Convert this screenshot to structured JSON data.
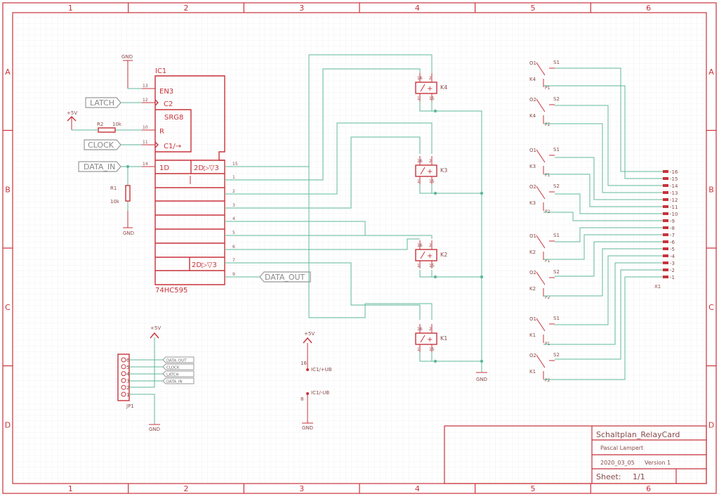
{
  "frame": {
    "cols": [
      "1",
      "2",
      "3",
      "4",
      "5",
      "6"
    ],
    "rows": [
      "A",
      "B",
      "C",
      "D"
    ]
  },
  "ic": {
    "ref": "IC1",
    "type": "74HC595",
    "en": "EN3",
    "c2": "C2",
    "srg": "SRG8",
    "r": "R",
    "c1": "C1/→",
    "d1": "1D",
    "q_top": "2D▷▽3",
    "q_bot": "2D▷▽3",
    "pins_left": [
      "13",
      "12",
      "10",
      "11",
      "14"
    ],
    "pins_right": [
      "15",
      "1",
      "2",
      "3",
      "4",
      "5",
      "6",
      "7",
      "9"
    ]
  },
  "nets": {
    "latch": "LATCH",
    "clock": "CLOCK",
    "data_in": "DATA_IN",
    "data_out": "DATA_OUT"
  },
  "power": {
    "gnd": "GND",
    "v5": "+5V"
  },
  "resistors": [
    {
      "ref": "R2",
      "value": "10k"
    },
    {
      "ref": "R1",
      "value": "10k"
    }
  ],
  "relays": [
    {
      "ref": "K4",
      "p16": "16",
      "p2": "2",
      "p1": "1",
      "p15": "15"
    },
    {
      "ref": "K3",
      "p16": "16",
      "p2": "2",
      "p1": "1",
      "p15": "15"
    },
    {
      "ref": "K2",
      "p16": "16",
      "p2": "2",
      "p1": "1",
      "p15": "15"
    },
    {
      "ref": "K1",
      "p16": "16",
      "p2": "2",
      "p1": "1",
      "p15": "15"
    }
  ],
  "contacts": [
    {
      "ref": "K4",
      "o1": "O1",
      "o2": "O2",
      "s1": "S1",
      "s2": "S2",
      "p1": "P1",
      "p2": "P2"
    },
    {
      "ref": "K3",
      "o1": "O1",
      "o2": "O2",
      "s1": "S1",
      "s2": "S2",
      "p1": "P1",
      "p2": "P2"
    },
    {
      "ref": "K2",
      "o1": "O1",
      "o2": "O2",
      "s1": "S1",
      "s2": "S2",
      "p1": "P1",
      "p2": "P2"
    },
    {
      "ref": "K1",
      "o1": "O1",
      "o2": "O2",
      "s1": "S1",
      "s2": "S2",
      "p1": "P1",
      "p2": "P2"
    }
  ],
  "terminal": {
    "ref": "X1",
    "pins": [
      "-16",
      "-15",
      "-14",
      "-13",
      "-12",
      "-11",
      "-10",
      "-9",
      "-8",
      "-7",
      "-6",
      "-5",
      "-4",
      "-3",
      "-2",
      "-1"
    ]
  },
  "header": {
    "ref": "JP1",
    "pins": [
      "6",
      "5",
      "4",
      "3",
      "2",
      "1"
    ],
    "labels": [
      "DATA_OUT",
      "CLOCK",
      "LATCH",
      "DATA_IN"
    ]
  },
  "ic_power": {
    "ub_plus": "IC1/+UB",
    "ub_minus": "IC1/-UB",
    "pin16": "16",
    "pin8": "8"
  },
  "title_block": {
    "title": "Schaltplan_RelayCard",
    "author": "Pascal Lampert",
    "date": "2020_03_05",
    "version": "Version 1",
    "sheet_label": "Sheet:",
    "sheet_value": "1/1"
  }
}
